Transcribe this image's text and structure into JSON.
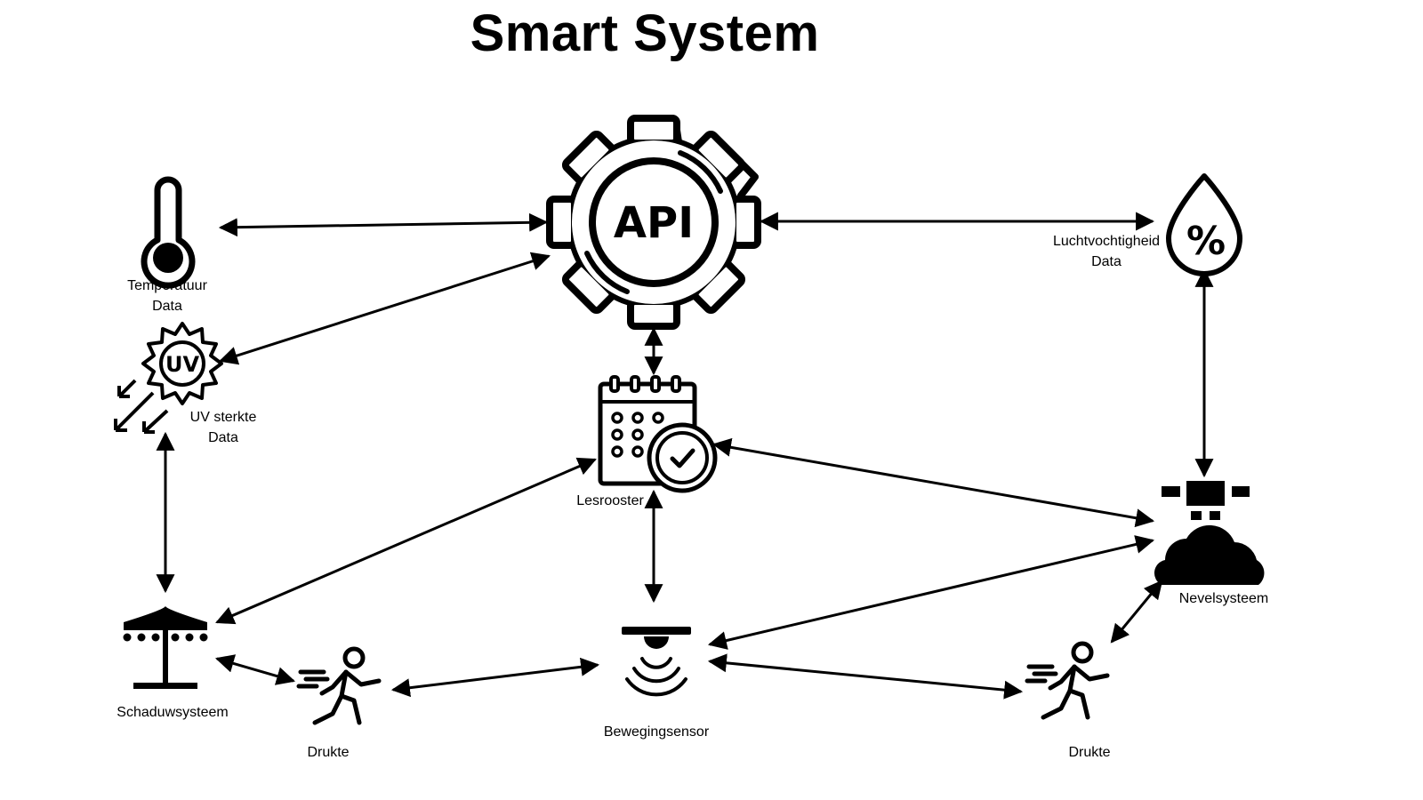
{
  "title": "Smart System",
  "nodes": {
    "api": {
      "text": "API"
    },
    "temperature": {
      "line1": "Temperatuur",
      "line2": "Data"
    },
    "uv": {
      "icon_text": "UV",
      "line1": "UV sterkte",
      "line2": "Data"
    },
    "humidity": {
      "icon_text": "%",
      "line1": "Luchtvochtigheid",
      "line2": "Data"
    },
    "schedule": {
      "label": "Lesrooster"
    },
    "mist": {
      "label": "Nevelsysteem"
    },
    "shade": {
      "label": "Schaduwsysteem"
    },
    "motion": {
      "label": "Bewegingsensor"
    },
    "crowd_left": {
      "label": "Drukte"
    },
    "crowd_right": {
      "label": "Drukte"
    }
  },
  "colors": {
    "ink": "#000000",
    "background": "#ffffff"
  },
  "icons": [
    "gear-icon",
    "thermometer-icon",
    "uv-sun-icon",
    "water-drop-icon",
    "calendar-clock-icon",
    "mist-cloud-icon",
    "umbrella-icon",
    "motion-sensor-icon",
    "running-person-icon"
  ]
}
